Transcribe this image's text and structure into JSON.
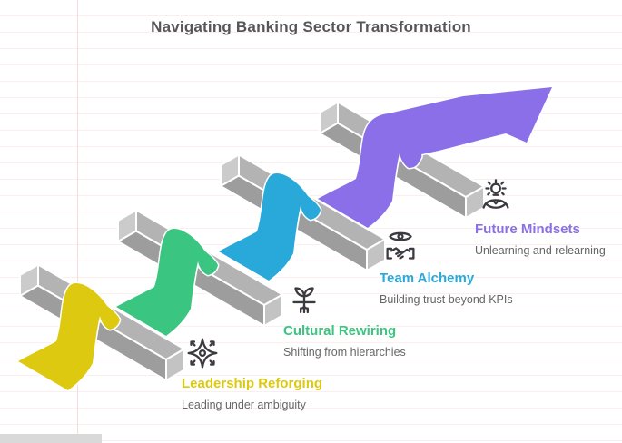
{
  "title": "Navigating Banking Sector Transformation",
  "steps": [
    {
      "heading": "Leadership Reforging",
      "sub": "Leading under ambiguity",
      "color": "#ddca10",
      "icon": "compass-star-icon"
    },
    {
      "heading": "Cultural Rewiring",
      "sub": "Shifting from hierarchies",
      "color": "#3ac580",
      "icon": "plant-roots-icon"
    },
    {
      "heading": "Team Alchemy",
      "sub": "Building trust beyond KPIs",
      "color": "#29a9da",
      "icon": "eye-handshake-icon"
    },
    {
      "heading": "Future Mindsets",
      "sub": "Unlearning and relearning",
      "color": "#8a6fe9",
      "icon": "bulb-person-icon"
    }
  ],
  "theme": {
    "title-ink": "#55565a",
    "sub-ink": "#666666",
    "ink": "#3a3a40",
    "bar-top": "#b3b3b3",
    "bar-front": "#9d9d9d",
    "bar-capL": "#cbcbcb",
    "bar-capR": "#c3c3c3",
    "grid-line": "#fdeded",
    "grid-vline": "#f6dcdc",
    "strip": "#d9d9d9"
  }
}
